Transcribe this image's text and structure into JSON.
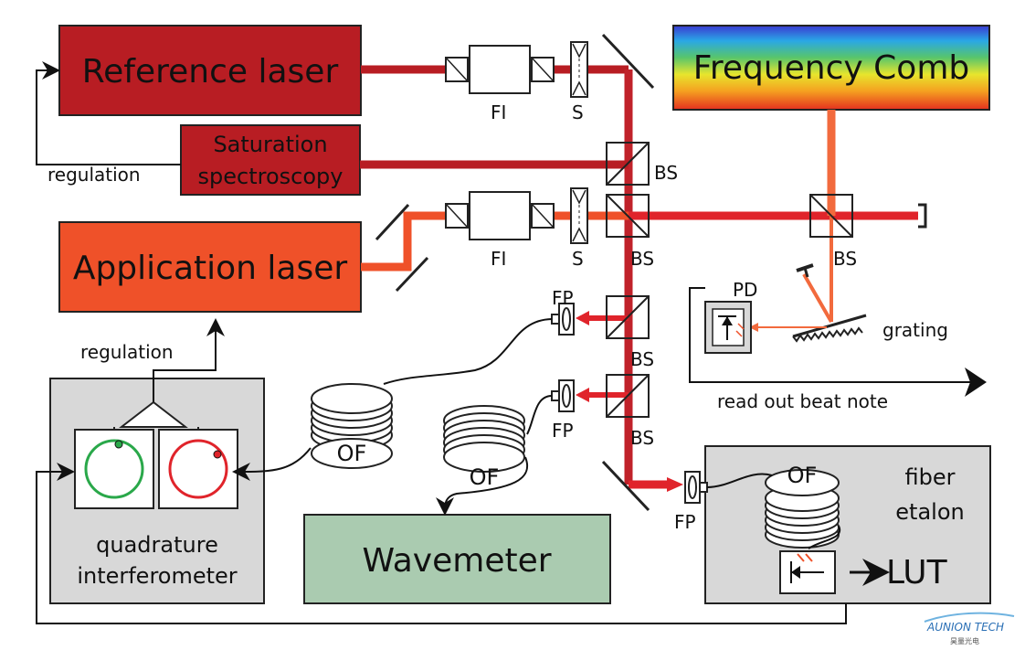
{
  "boxes": {
    "reference_laser": "Reference laser",
    "saturation_line1": "Saturation",
    "saturation_line2": "spectroscopy",
    "application_laser": "Application laser",
    "frequency_comb": "Frequency Comb",
    "wavemeter": "Wavemeter",
    "quadrature_line1": "quadrature",
    "quadrature_line2": "interferometer",
    "fiber_etalon_line1": "fiber",
    "fiber_etalon_line2": "etalon",
    "lut": "LUT"
  },
  "labels": {
    "regulation_top": "regulation",
    "regulation_bottom": "regulation",
    "fi_top": "FI",
    "fi_bottom": "FI",
    "shutter_top": "S",
    "shutter_bottom": "S",
    "bs": "BS",
    "fp": "FP",
    "of": "OF",
    "pd": "PD",
    "grating": "grating",
    "read_out": "read out beat note"
  },
  "watermark": {
    "brand": "AUNION TECH",
    "sub": "昊量光电"
  },
  "colors": {
    "reference_red": "#b81d23",
    "application_orange": "#ef5129",
    "beam_red": "#e0242b",
    "comb_orange": "#f26a3d",
    "gray_box": "#d8d8d8",
    "wavemeter_green": "#aacbb0"
  }
}
